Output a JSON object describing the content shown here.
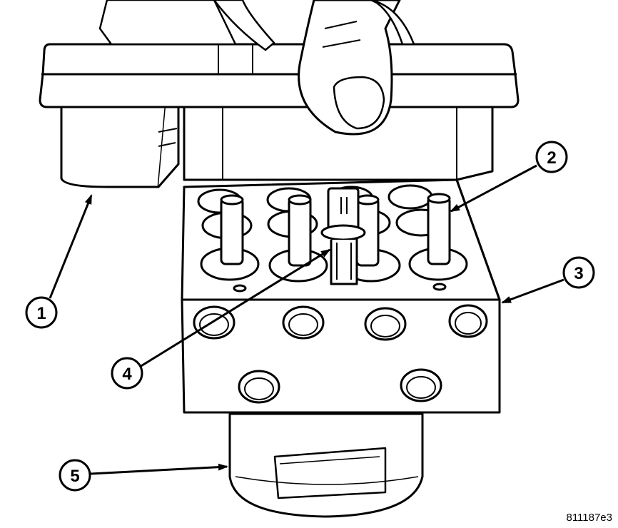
{
  "callouts": [
    {
      "label": "1"
    },
    {
      "label": "2"
    },
    {
      "label": "3"
    },
    {
      "label": "4"
    },
    {
      "label": "5"
    }
  ],
  "figure_id": "811187e3",
  "colors": {
    "line": "#000000",
    "fill": "#ffffff",
    "shade": "#e8e8e8"
  }
}
